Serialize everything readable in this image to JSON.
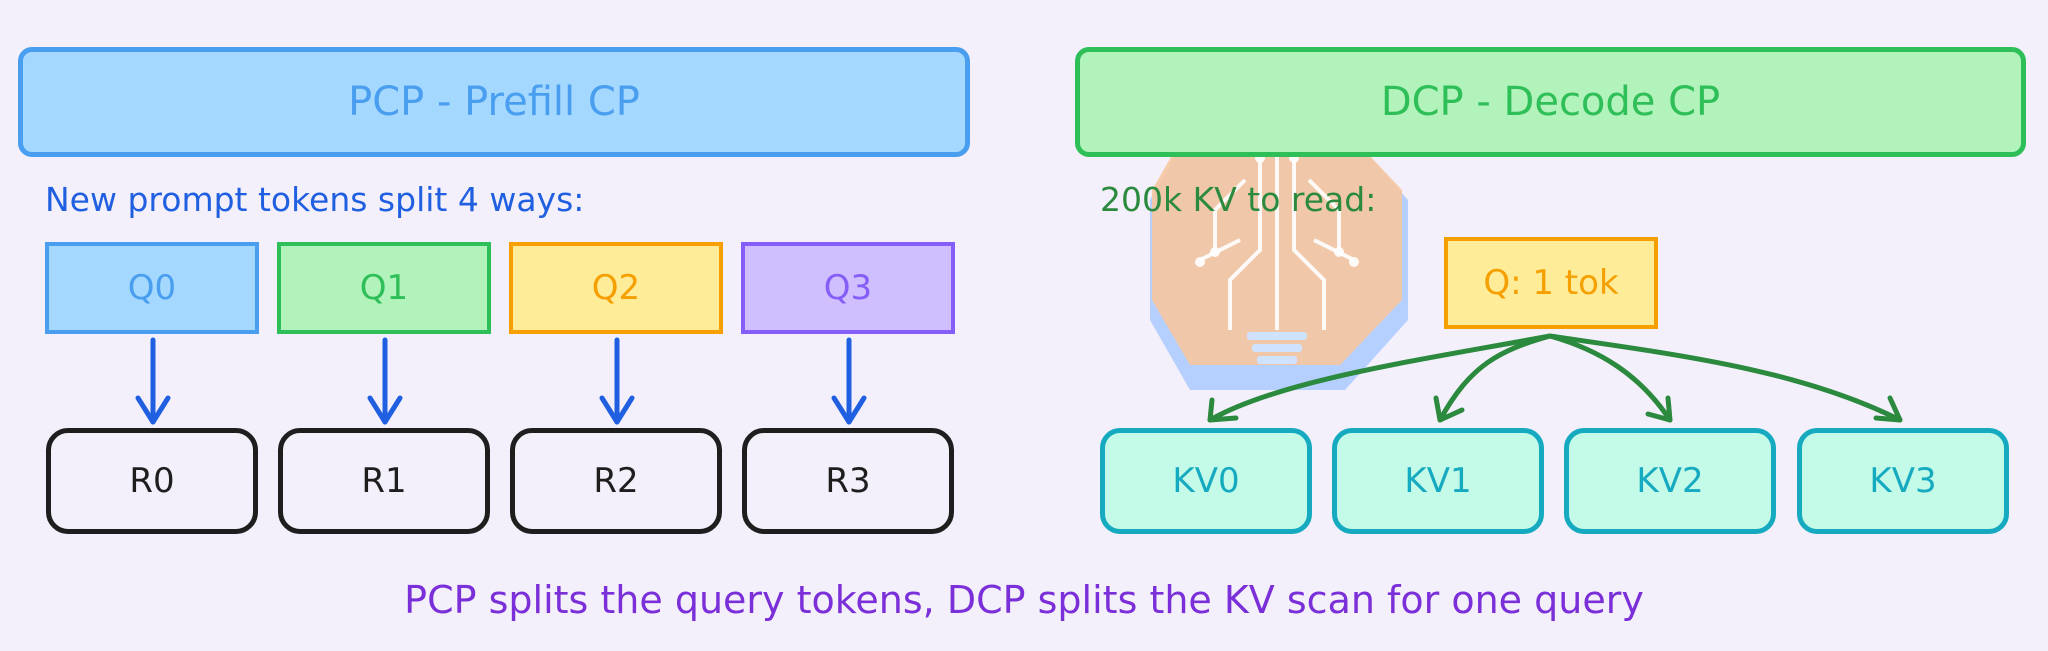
{
  "pcp": {
    "title": "PCP - Prefill CP",
    "split_label": "New prompt tokens split 4 ways:",
    "queries": [
      "Q0",
      "Q1",
      "Q2",
      "Q3"
    ],
    "ranks": [
      "R0",
      "R1",
      "R2",
      "R3"
    ]
  },
  "dcp": {
    "title": "DCP - Decode CP",
    "kv_label": "200k KV to read:",
    "query": "Q: 1 tok",
    "kv_shards": [
      "KV0",
      "KV1",
      "KV2",
      "KV3"
    ]
  },
  "caption": "PCP splits the query tokens, DCP splits the KV scan for one query",
  "colors": {
    "blue": "#4a9eef",
    "green": "#2fbf58",
    "yellow": "#f59f00",
    "purple": "#845ef7",
    "cyan": "#15aabf",
    "arrow_blue": "#1f5fe0",
    "arrow_green": "#2b8a3e",
    "caption": "#7a2fd8"
  },
  "icons": [
    "lightbulb-circuit-icon"
  ]
}
